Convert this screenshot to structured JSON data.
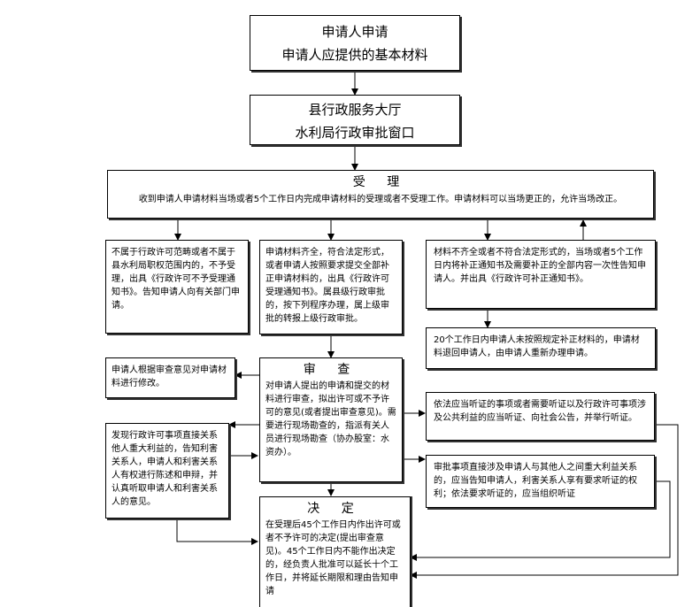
{
  "box_apply": {
    "line1": "申请人申请",
    "line2": "申请人应提供的基本材料"
  },
  "box_hall": {
    "line1": "县行政服务大厅",
    "line2": "水利局行政审批窗口"
  },
  "box_accept": {
    "title": "受 理",
    "text": "收到申请人申请材料当场或者5个工作日内完成申请材料的受理或者不受理工作。申请材料可以当场更正的，允许当场改正。"
  },
  "box_reject": {
    "text": "不属于行政许可范畴或者不属于县水利局职权范围内的，不予受理，出具《行政许可不予受理通知书》。告知申请人向有关部门申请。"
  },
  "box_complete": {
    "text": "申请材料齐全，符合法定形式，或者申请人按照要求提交全部补正申请材料的，出具《行政许可受理通知书》。属县级行政审批的，按下列程序办理，属上级审批的转报上级行政审批。"
  },
  "box_incomplete": {
    "text": "材料不齐全或者不符合法定形式的，当场或者5个工作日内将补正通知书及需要补正的全部内容一次性告知申请人。并出具《行政许可补正通知书》。"
  },
  "box_return": {
    "text": "20个工作日内申请人未按照规定补正材料的，申请材料退回申请人，由申请人重新办理申请。"
  },
  "box_modify": {
    "text": "申请人根据审查意见对申请材料进行修改。"
  },
  "box_review": {
    "title": "审 查",
    "text": "对申请人提出的申请和提交的材料进行审查，拟出许可或不予许可的意见(或者提出审查意见)。需要进行现场勘查的，指派有关人员进行现场勘查（协办股室：水资办）。"
  },
  "box_hearing": {
    "text": "依法应当听证的事项或者需要听证以及行政许可事项涉及公共利益的应当听证、向社会公告，并举行听证。"
  },
  "box_interest": {
    "text": "发现行政许可事项直接关系他人重大利益的，告知利害关系人，申请人和利害关系人有权进行陈述和申辩，并认真听取申请人和利害关系人的意见。"
  },
  "box_major": {
    "text": "审批事项直接涉及申请人与其他人之间重大利益关系的，应当告知申请人，利害关系人享有要求听证的权利；依法要求听证的，应当组织听证"
  },
  "box_decide": {
    "title": "决 定",
    "text": "在受理后45个工作日内作出许可或者不予许可的决定(提出审查意见)。45个工作日内不能作出决定的，经负责人批准可以延长十个工作日，并将延长期限和理由告知申请"
  }
}
